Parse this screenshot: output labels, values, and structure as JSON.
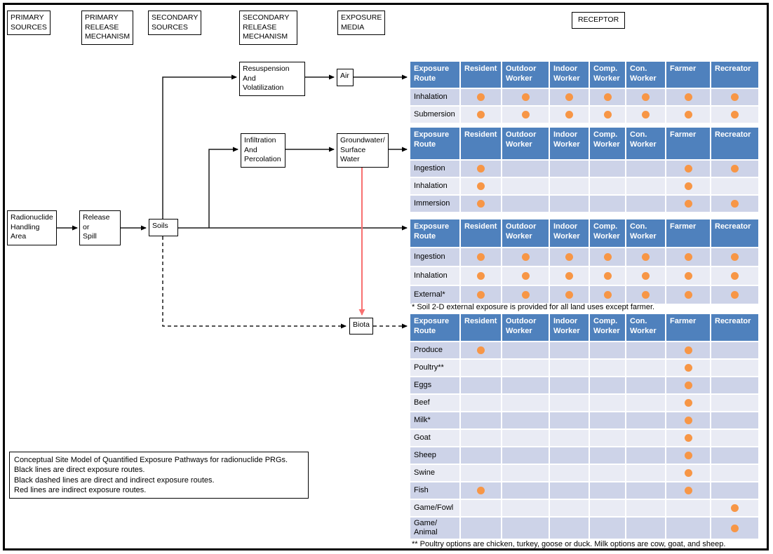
{
  "stage_labels": {
    "primary_sources": "PRIMARY\nSOURCES",
    "primary_release_mechanism": "PRIMARY\nRELEASE\nMECHANISM",
    "secondary_sources": "SECONDARY\nSOURCES",
    "secondary_release_mechanism": "SECONDARY\nRELEASE\nMECHANISM",
    "exposure_media": "EXPOSURE\nMEDIA",
    "receptor": "RECEPTOR"
  },
  "flow_boxes": {
    "radionuclide_handling_area": "Radionuclide\nHandling\nArea",
    "release_or_spill": "Release\nor\nSpill",
    "soils": "Soils",
    "resuspension_and_volatilization": "Resuspension\nAnd\nVolatilization",
    "air": "Air",
    "infiltration_and_percolation": "Infiltration\nAnd\nPercolation",
    "groundwater_surface_water": "Groundwater/\nSurface\nWater",
    "biota": "Biota"
  },
  "exposure_route_header": "Exposure Route",
  "receptor_columns": [
    "Resident",
    "Outdoor Worker",
    "Indoor Worker",
    "Comp. Worker",
    "Con. Worker",
    "Farmer",
    "Recreator"
  ],
  "tables": [
    {
      "medium": "Air",
      "rows": [
        {
          "route": "Inhalation",
          "dots": [
            1,
            1,
            1,
            1,
            1,
            1,
            1
          ]
        },
        {
          "route": "Submersion",
          "dots": [
            1,
            1,
            1,
            1,
            1,
            1,
            1
          ]
        }
      ]
    },
    {
      "medium": "Groundwater/Surface Water",
      "rows": [
        {
          "route": "Ingestion",
          "dots": [
            1,
            0,
            0,
            0,
            0,
            1,
            1
          ]
        },
        {
          "route": "Inhalation",
          "dots": [
            1,
            0,
            0,
            0,
            0,
            1,
            0
          ]
        },
        {
          "route": "Immersion",
          "dots": [
            1,
            0,
            0,
            0,
            0,
            1,
            1
          ]
        }
      ]
    },
    {
      "medium": "Soils",
      "rows": [
        {
          "route": "Ingestion",
          "dots": [
            1,
            1,
            1,
            1,
            1,
            1,
            1
          ]
        },
        {
          "route": "Inhalation",
          "dots": [
            1,
            1,
            1,
            1,
            1,
            1,
            1
          ]
        },
        {
          "route": "External*",
          "dots": [
            1,
            1,
            1,
            1,
            1,
            1,
            1
          ]
        }
      ],
      "footnote": "* Soil 2-D external exposure is provided for all land uses except farmer."
    },
    {
      "medium": "Biota",
      "rows": [
        {
          "route": "Produce",
          "dots": [
            1,
            0,
            0,
            0,
            0,
            1,
            0
          ]
        },
        {
          "route": "Poultry**",
          "dots": [
            0,
            0,
            0,
            0,
            0,
            1,
            0
          ]
        },
        {
          "route": "Eggs",
          "dots": [
            0,
            0,
            0,
            0,
            0,
            1,
            0
          ]
        },
        {
          "route": "Beef",
          "dots": [
            0,
            0,
            0,
            0,
            0,
            1,
            0
          ]
        },
        {
          "route": "Milk*",
          "dots": [
            0,
            0,
            0,
            0,
            0,
            1,
            0
          ]
        },
        {
          "route": "Goat",
          "dots": [
            0,
            0,
            0,
            0,
            0,
            1,
            0
          ]
        },
        {
          "route": "Sheep",
          "dots": [
            0,
            0,
            0,
            0,
            0,
            1,
            0
          ]
        },
        {
          "route": "Swine",
          "dots": [
            0,
            0,
            0,
            0,
            0,
            1,
            0
          ]
        },
        {
          "route": "Fish",
          "dots": [
            1,
            0,
            0,
            0,
            0,
            1,
            0
          ]
        },
        {
          "route": "Game/Fowl",
          "dots": [
            0,
            0,
            0,
            0,
            0,
            0,
            1
          ]
        },
        {
          "route": "Game/\nAnimal",
          "dots": [
            0,
            0,
            0,
            0,
            0,
            0,
            1
          ]
        }
      ],
      "footnote": "** Poultry options are chicken, turkey, goose or duck. Milk options are cow, goat, and sheep."
    }
  ],
  "legend": {
    "lines": [
      "Conceptual Site Model of Quantified Exposure Pathways for radionuclide PRGs.",
      "Black lines are direct exposure routes.",
      "Black dashed lines are direct and indirect exposure routes.",
      "Red lines are indirect exposure routes."
    ]
  },
  "colors": {
    "header_blue": "#4F81BD",
    "row_dark": "#CDD3E8",
    "row_light": "#E9EBF4",
    "dot_orange": "#F79646",
    "red_line": "#F87070"
  }
}
